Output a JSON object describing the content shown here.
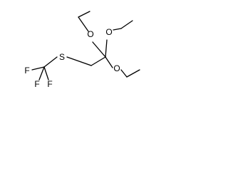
{
  "molecule": {
    "atoms": {
      "o1": "O",
      "o2": "O",
      "o3": "O",
      "s": "S",
      "f1": "F",
      "f2": "F",
      "f3": "F"
    }
  }
}
